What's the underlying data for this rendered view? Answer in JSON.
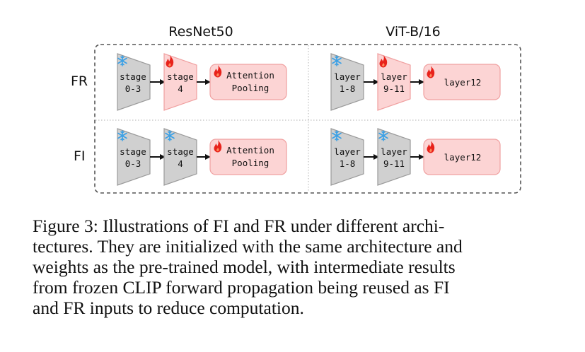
{
  "columns": {
    "left": "ResNet50",
    "right": "ViT-B/16"
  },
  "rows": {
    "top": "FR",
    "bottom": "FI"
  },
  "nodes": {
    "fr_resnet_stage03": [
      "stage",
      "0-3"
    ],
    "fr_resnet_stage4": [
      "stage",
      "4"
    ],
    "fr_resnet_pool": [
      "Attention",
      "Pooling"
    ],
    "fr_vit_layer18": [
      "layer",
      "1-8"
    ],
    "fr_vit_layer911": [
      "layer",
      "9-11"
    ],
    "fr_vit_layer12": [
      "layer12"
    ],
    "fi_resnet_stage03": [
      "stage",
      "0-3"
    ],
    "fi_resnet_stage4": [
      "stage",
      "4"
    ],
    "fi_resnet_pool": [
      "Attention",
      "Pooling"
    ],
    "fi_vit_layer18": [
      "layer",
      "1-8"
    ],
    "fi_vit_layer911": [
      "layer",
      "9-11"
    ],
    "fi_vit_layer12": [
      "layer12"
    ]
  },
  "colors": {
    "frozen_fill": "#d0d0d0",
    "frozen_stroke": "#9a9a9a",
    "trainable_fill": "#fcd4d4",
    "trainable_stroke": "#f0a0a0",
    "snowflake": "#3aa0e6",
    "flame": "#e8221b",
    "dash": "#555555"
  },
  "caption": {
    "lines": [
      "Figure 3: Illustrations of FI and FR under different archi-",
      "tectures. They are initialized with the same architecture and",
      "weights as the pre-trained model, with intermediate results",
      "from frozen CLIP forward propagation being reused as FI",
      "and FR inputs to reduce computation."
    ]
  }
}
